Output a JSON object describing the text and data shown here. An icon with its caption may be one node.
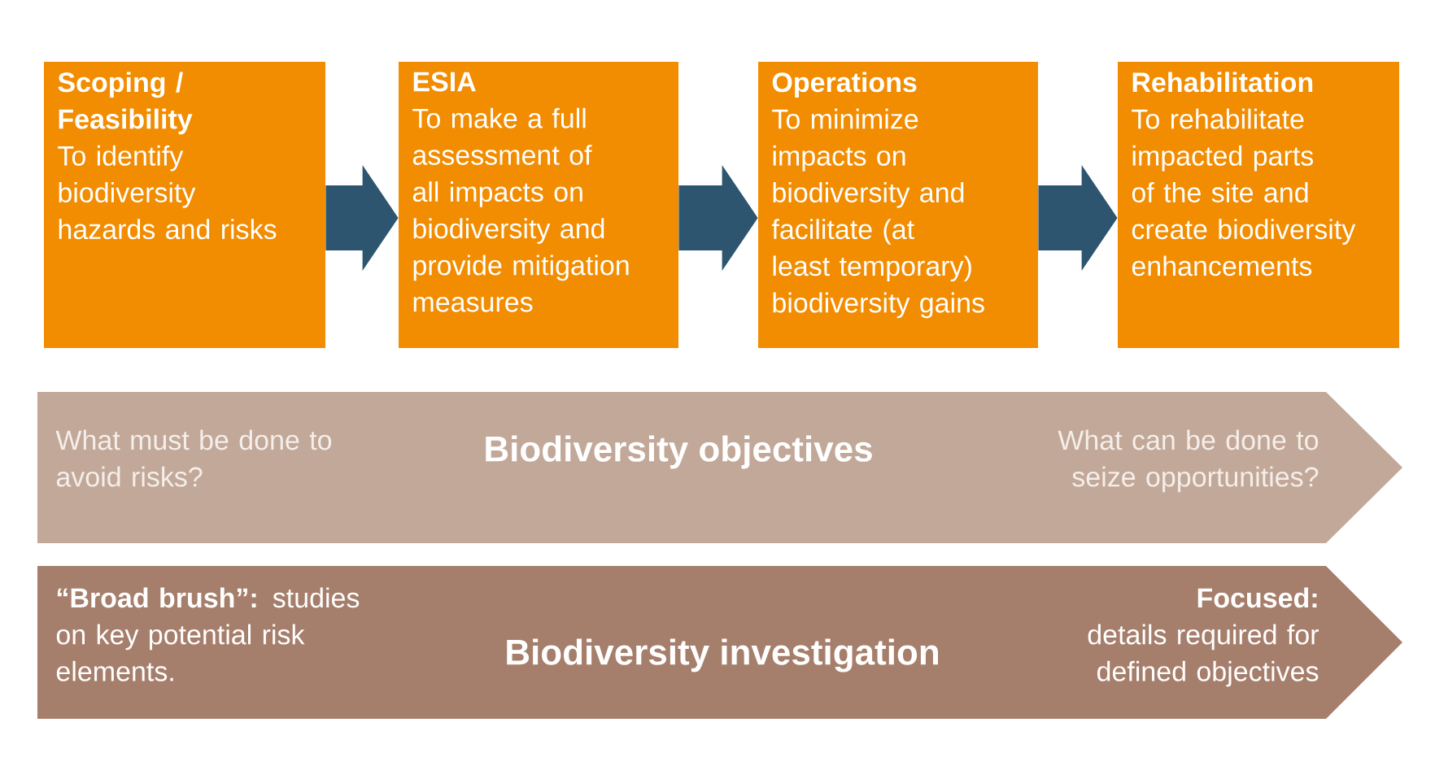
{
  "diagram": {
    "nodes": [
      {
        "text": [
          "Scoping / Feasibility",
          "To identify biodiversity hazards and risks"
        ]
      },
      {
        "text": [
          "ESIA",
          "To make a full assessment of all impacts on biodiversity and provide mitigation measures"
        ]
      },
      {
        "text": [
          "Operations",
          "To minimize impacts on biodiversity and facilitate (at least temporary) biodiversity gains"
        ]
      },
      {
        "text": [
          "Rehabilitation",
          "To rehabilitate impacted parts of the site and create biodiversity enhancements"
        ]
      },
      {
        "text": [
          "What must be done to avoid risks?",
          "Biodiversity objectives",
          "What can be done to seize opportunities?"
        ]
      },
      {
        "text": [
          "**“Broad brush”:** studies on key potential risk elements.",
          "Biodiversity investigation",
          "Focused:",
          "details required for defined objectives"
        ]
      }
    ],
    "edges": [
      {
        "from": 0,
        "to": 1,
        "arrow": "to"
      },
      {
        "from": 1,
        "to": 2,
        "arrow": "to"
      },
      {
        "from": 2,
        "to": 3,
        "arrow": "to"
      }
    ]
  }
}
